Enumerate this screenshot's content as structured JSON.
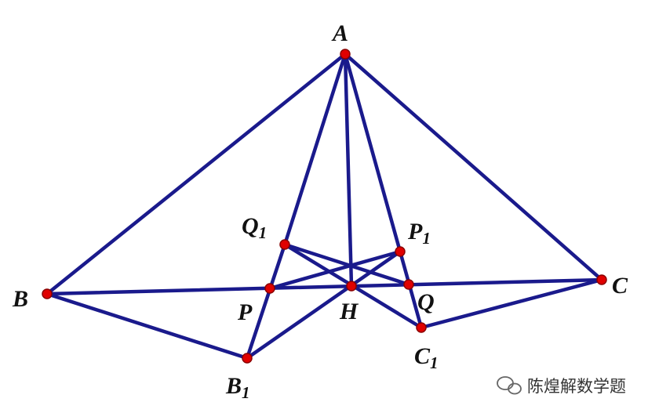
{
  "points": [
    {
      "id": "A",
      "name": "A",
      "sub": ""
    },
    {
      "id": "B",
      "name": "B",
      "sub": ""
    },
    {
      "id": "C",
      "name": "C",
      "sub": ""
    },
    {
      "id": "H",
      "name": "H",
      "sub": ""
    },
    {
      "id": "P",
      "name": "P",
      "sub": ""
    },
    {
      "id": "Q",
      "name": "Q",
      "sub": ""
    },
    {
      "id": "P1",
      "name": "P",
      "sub": "1"
    },
    {
      "id": "Q1",
      "name": "Q",
      "sub": "1"
    },
    {
      "id": "B1",
      "name": "B",
      "sub": "1"
    },
    {
      "id": "C1",
      "name": "C",
      "sub": "1"
    }
  ],
  "segments": [
    [
      "A",
      "B"
    ],
    [
      "A",
      "C"
    ],
    [
      "A",
      "H"
    ],
    [
      "A",
      "Q1"
    ],
    [
      "A",
      "P1"
    ],
    [
      "B",
      "C"
    ],
    [
      "B",
      "B1"
    ],
    [
      "B1",
      "Q1"
    ],
    [
      "B1",
      "P1"
    ],
    [
      "C",
      "C1"
    ],
    [
      "C1",
      "P1"
    ],
    [
      "C1",
      "Q1"
    ],
    [
      "Q1",
      "Q"
    ],
    [
      "P1",
      "P"
    ]
  ],
  "colors": {
    "line": "#1a1a8c",
    "point": "#e00000"
  },
  "watermark": {
    "text": "陈煌解数学题",
    "icon": "wechat-icon"
  }
}
